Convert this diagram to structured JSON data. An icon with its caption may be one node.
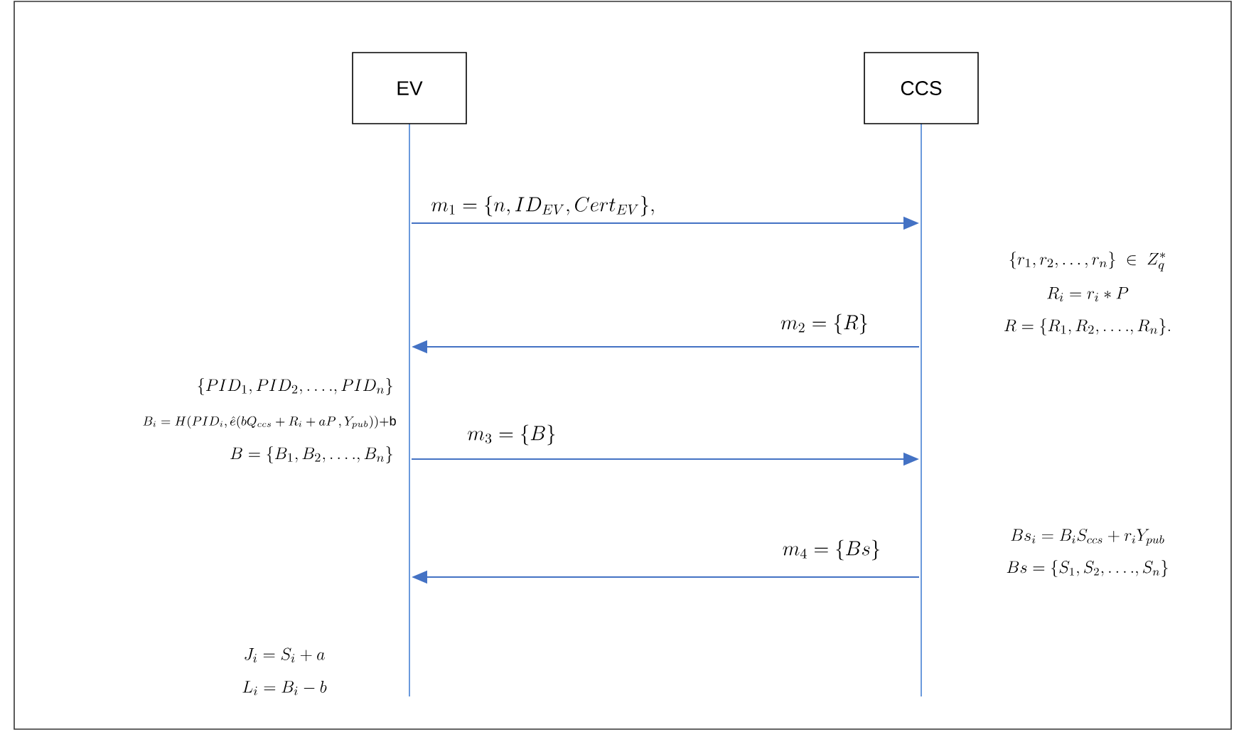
{
  "diagram": {
    "nodes": [
      {
        "text": [
          "EV"
        ]
      },
      {
        "text": [
          "CCS"
        ]
      }
    ],
    "edges": [
      {
        "from": 0,
        "to": 1,
        "arrow": "to",
        "label": "m_1 = \\{n, ID_{EV}, Cert_{EV}\\},"
      },
      {
        "from": 1,
        "to": 0,
        "arrow": "to",
        "label": "m_2 = \\{R\\}"
      },
      {
        "from": 0,
        "to": 1,
        "arrow": "to",
        "label": "m_3 = \\{B\\}"
      },
      {
        "from": 1,
        "to": 0,
        "arrow": "to",
        "label": "m_4 = \\{Bs\\}"
      }
    ],
    "labels": [
      "\\{r_1, r_2, \\ldots, r_n\\} \\;\\in\\; Z_q^{*}",
      "R_i = r_i * P",
      "R = \\{R_1, R_2, \\ldots., R_n\\}.",
      "\\{PID_1, PID_2, \\ldots., PID_n\\}",
      "B_i = H(PID_i, \\hat{e}(bQ_{ccs} + R_i + aP\\,, Y_{pub}))\\mathrm{+b}",
      "B = \\{B_1, B_2, \\ldots., B_n\\}",
      "Bs_i = B_i S_{ccs} + r_i Y_{pub}",
      "Bs = \\{S_1, S_2, \\ldots., S_n\\}",
      "J_i = S_i + a",
      "L_i = B_i - b"
    ]
  }
}
